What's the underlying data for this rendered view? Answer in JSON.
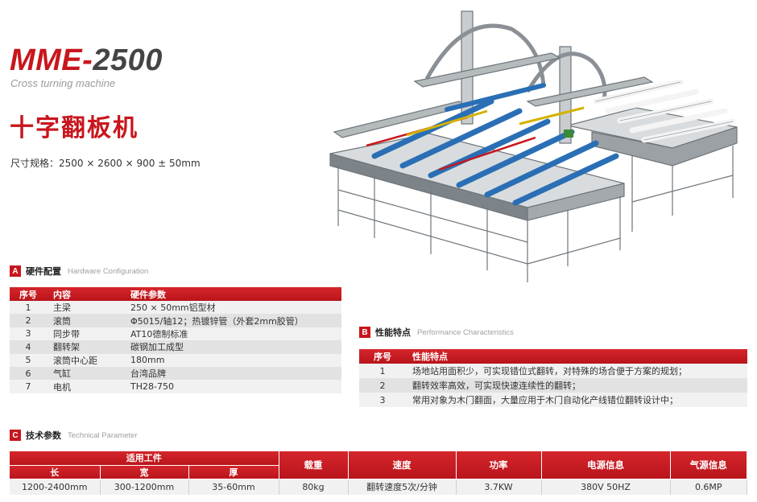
{
  "header": {
    "model_prefix": "MME-",
    "model_number": "2500",
    "subtitle_en": "Cross turning machine",
    "title_cn": "十字翻板机",
    "dimensions": "尺寸规格：2500 × 2600 × 900 ± 50mm"
  },
  "colors": {
    "accent": "#c8161d",
    "roller": "#2a6fb5",
    "frame": "#8e9498"
  },
  "sections": {
    "hardware": {
      "badge": "A",
      "title_cn": "硬件配置",
      "title_en": "Hardware Configuration",
      "columns": [
        "序号",
        "内容",
        "硬件参数"
      ],
      "rows": [
        [
          "1",
          "主梁",
          "250 × 50mm铝型材"
        ],
        [
          "2",
          "滚筒",
          "Φ5015/轴12；热镀锌管（外套2mm胶管）"
        ],
        [
          "3",
          "同步带",
          "AT10德制标准"
        ],
        [
          "4",
          "翻转架",
          "碳钢加工成型"
        ],
        [
          "5",
          "滚筒中心距",
          "180mm"
        ],
        [
          "6",
          "气缸",
          "台湾品牌"
        ],
        [
          "7",
          "电机",
          "TH28-750"
        ]
      ]
    },
    "performance": {
      "badge": "B",
      "title_cn": "性能特点",
      "title_en": "Performance Characteristics",
      "columns": [
        "序号",
        "性能特点"
      ],
      "rows": [
        [
          "1",
          "场地站用面积少，可实现错位式翻转，对特殊的场合便于方案的规划；"
        ],
        [
          "2",
          "翻转效率高效，可实现快速连续性的翻转；"
        ],
        [
          "3",
          "常用对象为木门翻面，大量应用于木门自动化产线错位翻转设计中；"
        ]
      ]
    },
    "technical": {
      "badge": "C",
      "title_cn": "技术参数",
      "title_en": "Technical Parameter",
      "group_header": "适用工件",
      "sub_headers": [
        "长",
        "宽",
        "厚"
      ],
      "headers": [
        "载重",
        "速度",
        "功率",
        "电源信息",
        "气源信息"
      ],
      "values": [
        "1200-2400mm",
        "300-1200mm",
        "35-60mm",
        "80kg",
        "翻转速度5次/分钟",
        "3.7KW",
        "380V 50HZ",
        "0.6MP"
      ]
    }
  }
}
